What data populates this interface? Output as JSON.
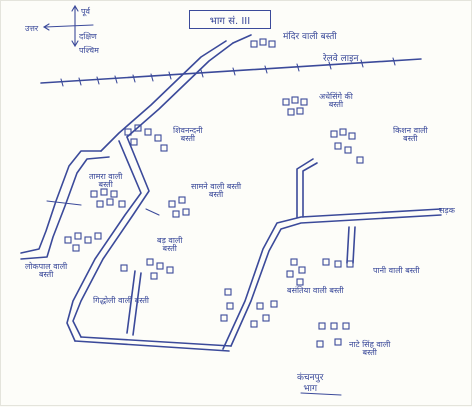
{
  "map": {
    "title": "भाग सं. III",
    "compass": {
      "north": "पूर्व",
      "west": "उत्तर",
      "east": "दक्षिण",
      "south": "पश्चिम"
    },
    "labels": [
      {
        "id": "label-top-basti",
        "text": "मंदिर वाली बस्ती"
      },
      {
        "id": "label-railway",
        "text": "रेलवे लाइन"
      },
      {
        "id": "label-adhesinge",
        "text": "अधेसिंगे की\nबस्ती"
      },
      {
        "id": "label-shivnandan",
        "text": "शिवनन्दनी\nबस्ती"
      },
      {
        "id": "label-kishna",
        "text": "किशन वाली\nबस्ती"
      },
      {
        "id": "label-tamra",
        "text": "तामरा वाली\nबस्ती"
      },
      {
        "id": "label-mid-basti",
        "text": "सामने वाली बस्ती\nबस्ती"
      },
      {
        "id": "label-sadak",
        "text": "सड़क"
      },
      {
        "id": "label-bade",
        "text": "बड़ वाली\nबस्ती"
      },
      {
        "id": "label-lokpal",
        "text": "लोकपाल वाली\nबस्ती"
      },
      {
        "id": "label-pani",
        "text": "पानी वाली बस्ती"
      },
      {
        "id": "label-ratni",
        "text": "बसंतिया वाली बस्ती"
      },
      {
        "id": "label-gidholi",
        "text": "गिद्धोली वाली बस्ती"
      },
      {
        "id": "label-bottom-right",
        "text": "नाटे सिंह वाली\nबस्ती"
      }
    ],
    "signature": "कंचनपुर\nभाग"
  }
}
